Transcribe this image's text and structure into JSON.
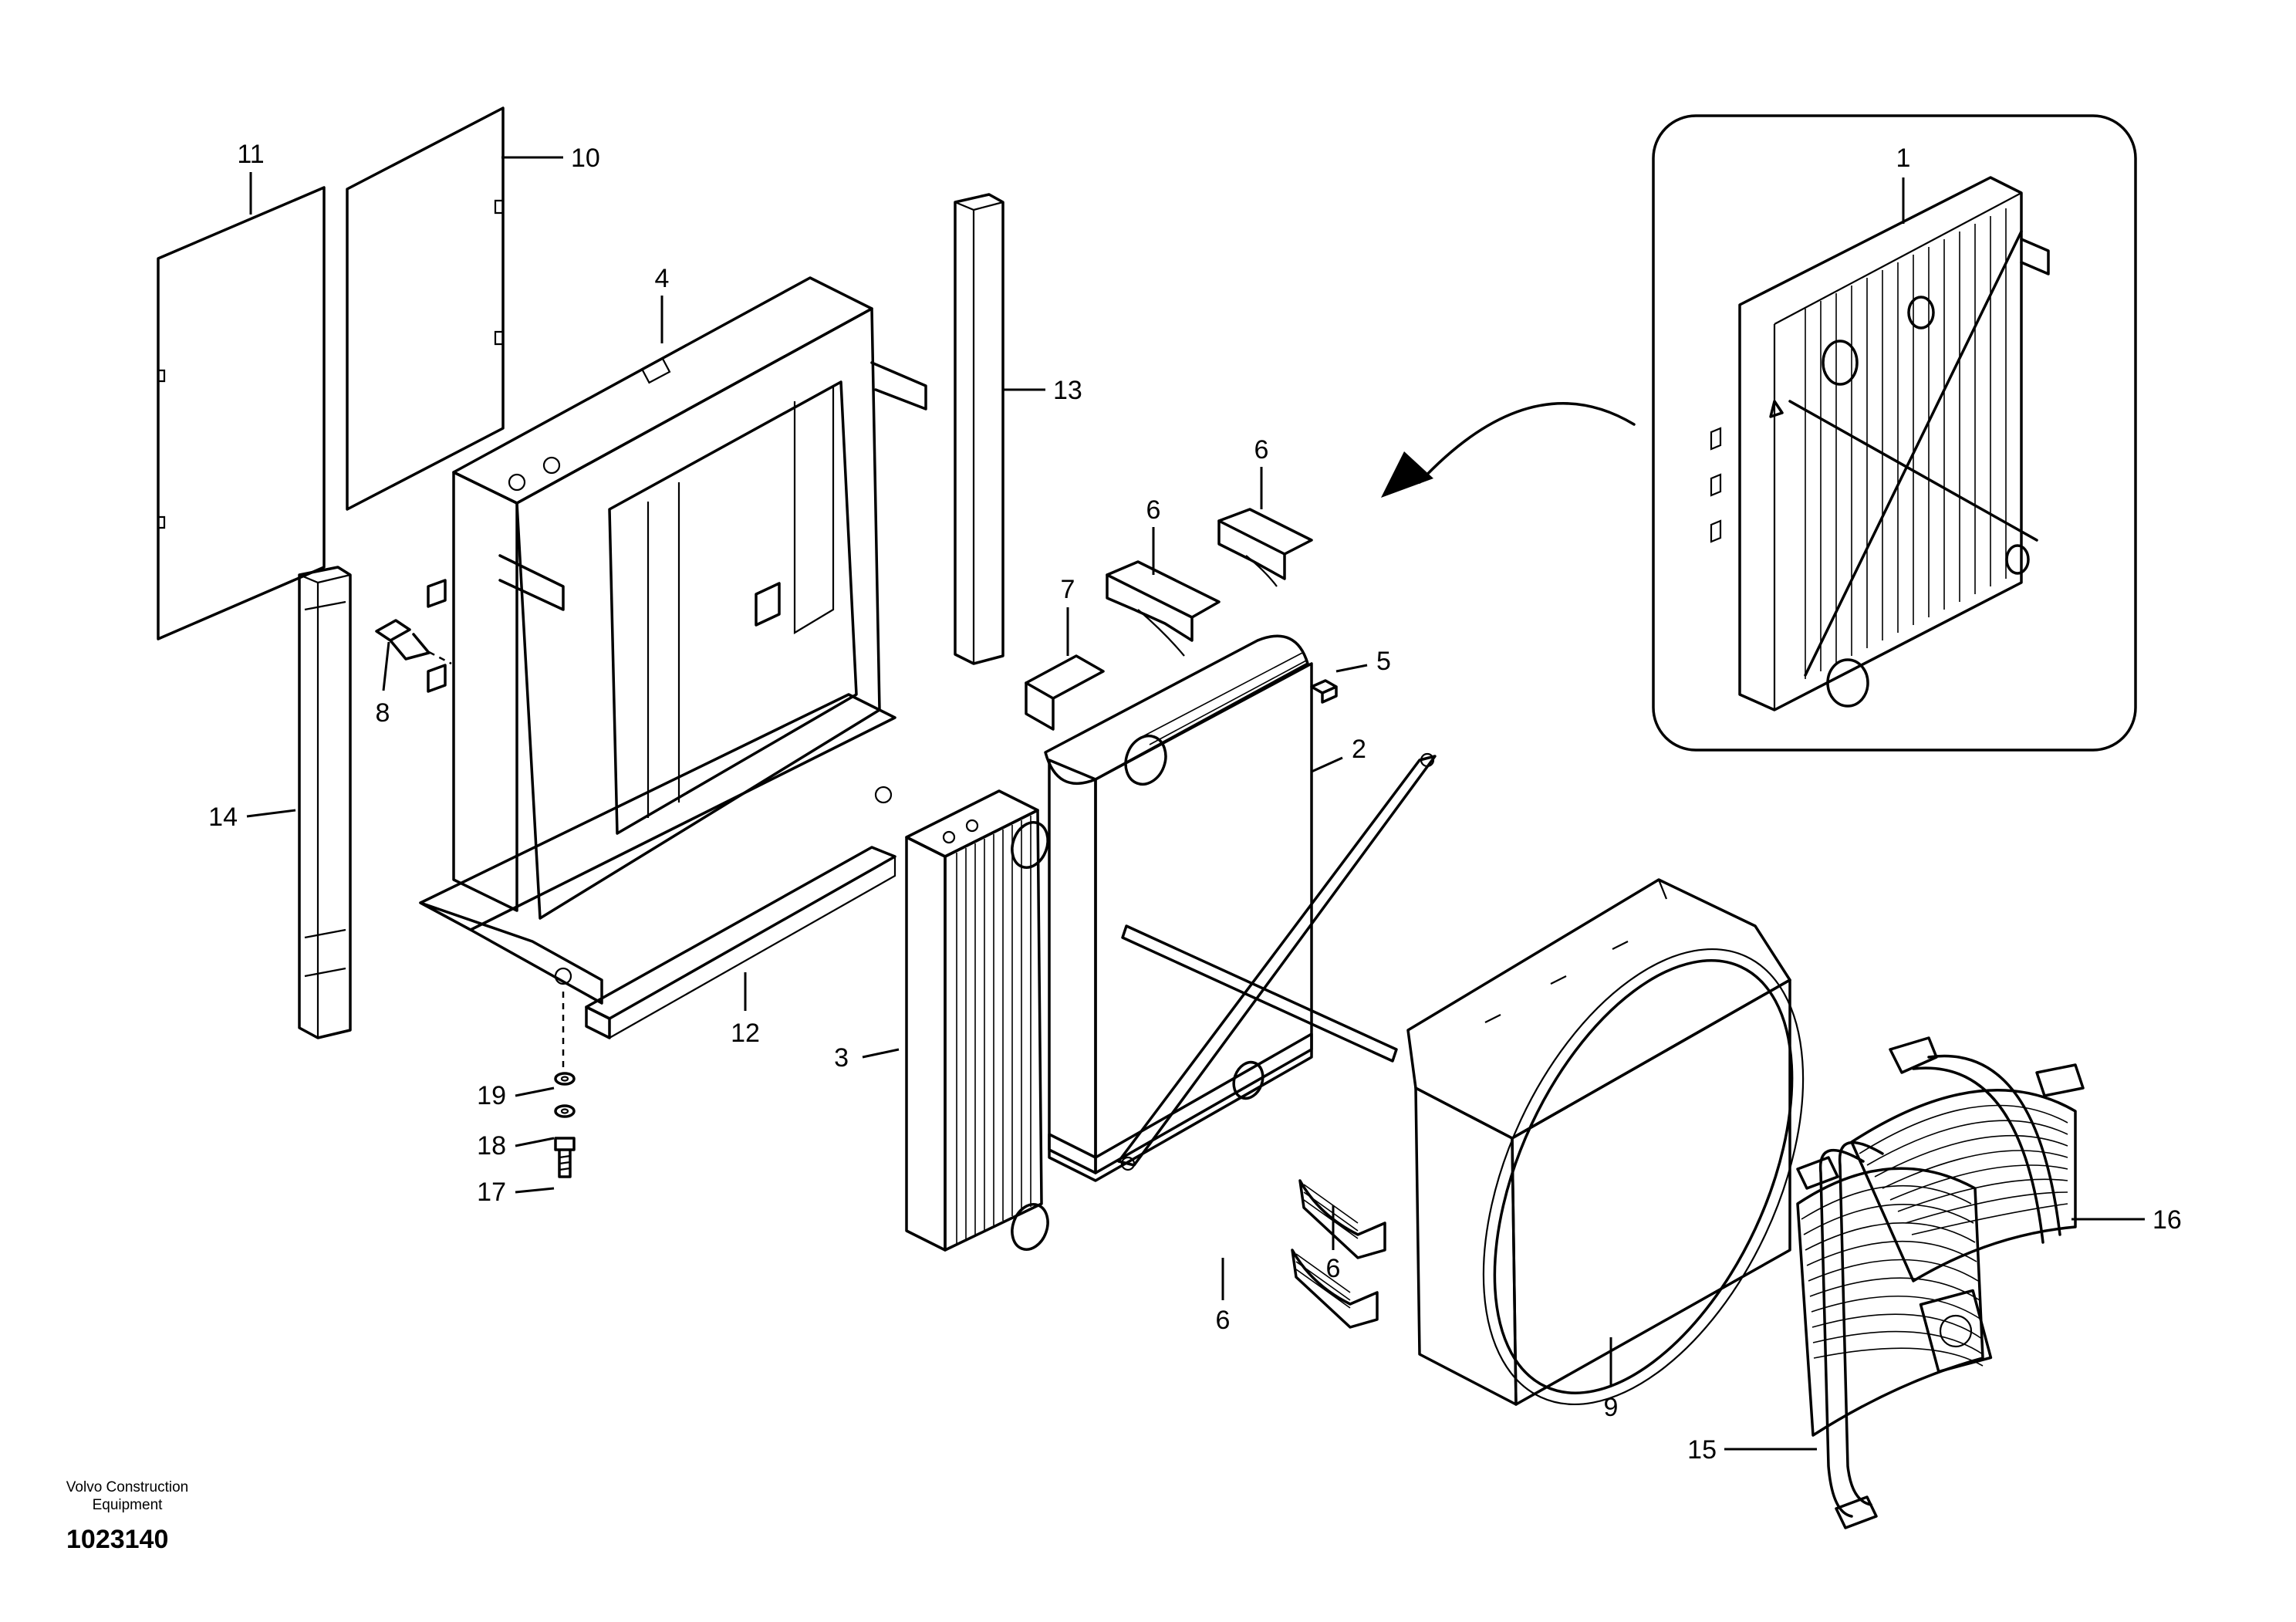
{
  "callouts": {
    "c1": "1",
    "c2": "2",
    "c3": "3",
    "c4": "4",
    "c5": "5",
    "c6a": "6",
    "c6b": "6",
    "c6c": "6",
    "c6d": "6",
    "c7": "7",
    "c8": "8",
    "c9": "9",
    "c10": "10",
    "c11": "11",
    "c12": "12",
    "c13": "13",
    "c14": "14",
    "c15": "15",
    "c16": "16",
    "c17": "17",
    "c18": "18",
    "c19": "19"
  },
  "footer": {
    "credit": "Volvo Construction Equipment",
    "reference_number": "1023140"
  }
}
